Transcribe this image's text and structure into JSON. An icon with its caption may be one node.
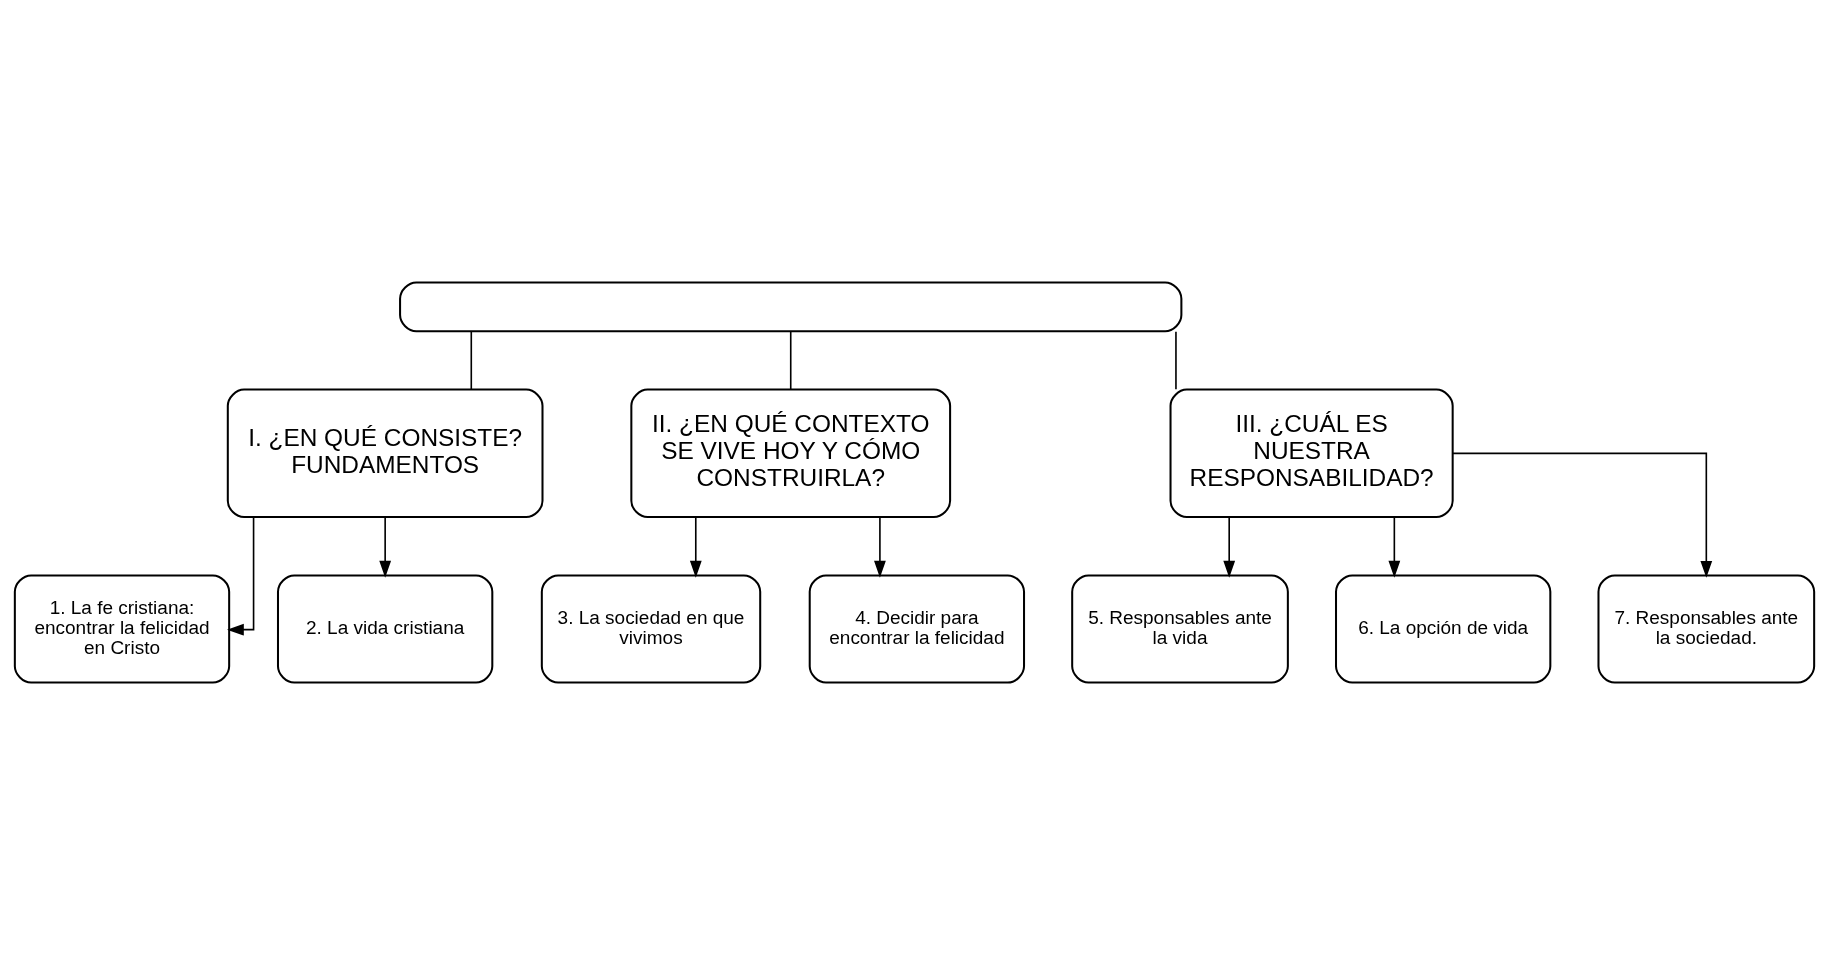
{
  "diagram": {
    "nodes": [
      {
        "text": [],
        "shape": "box"
      },
      {
        "text": [
          "I. ¿EN QUÉ CONSISTE? FUNDAMENTOS"
        ]
      },
      {
        "text": [
          "II. ¿EN QUÉ CONTEXTO SE VIVE HOY Y CÓMO CONSTRUIRLA?"
        ]
      },
      {
        "text": [
          "III. ¿CUÁL ES NUESTRA RESPONSABILIDAD?"
        ]
      },
      {
        "text": [
          "1. La fe cristiana: encontrar la felicidad en Cristo"
        ]
      },
      {
        "text": [
          "2. La vida cristiana"
        ]
      },
      {
        "text": [
          "3. La sociedad en que vivimos"
        ]
      },
      {
        "text": [
          "4. Decidir para encontrar la felicidad"
        ]
      },
      {
        "text": [
          "5. Responsables ante la vida"
        ]
      },
      {
        "text": [
          "6. La opción de vida"
        ]
      },
      {
        "text": [
          "7. Responsables ante la sociedad."
        ]
      }
    ],
    "edges": [
      {
        "from": 0,
        "to": 1,
        "arrow": "none"
      },
      {
        "from": 0,
        "to": 2,
        "arrow": "none"
      },
      {
        "from": 0,
        "to": 3,
        "arrow": "none"
      },
      {
        "from": 1,
        "to": 4,
        "arrow": "to"
      },
      {
        "from": 1,
        "to": 5,
        "arrow": "to"
      },
      {
        "from": 2,
        "to": 6,
        "arrow": "to"
      },
      {
        "from": 2,
        "to": 7,
        "arrow": "to"
      },
      {
        "from": 3,
        "to": 8,
        "arrow": "to"
      },
      {
        "from": 3,
        "to": 9,
        "arrow": "to"
      },
      {
        "from": 3,
        "to": 10,
        "arrow": "to"
      }
    ]
  }
}
